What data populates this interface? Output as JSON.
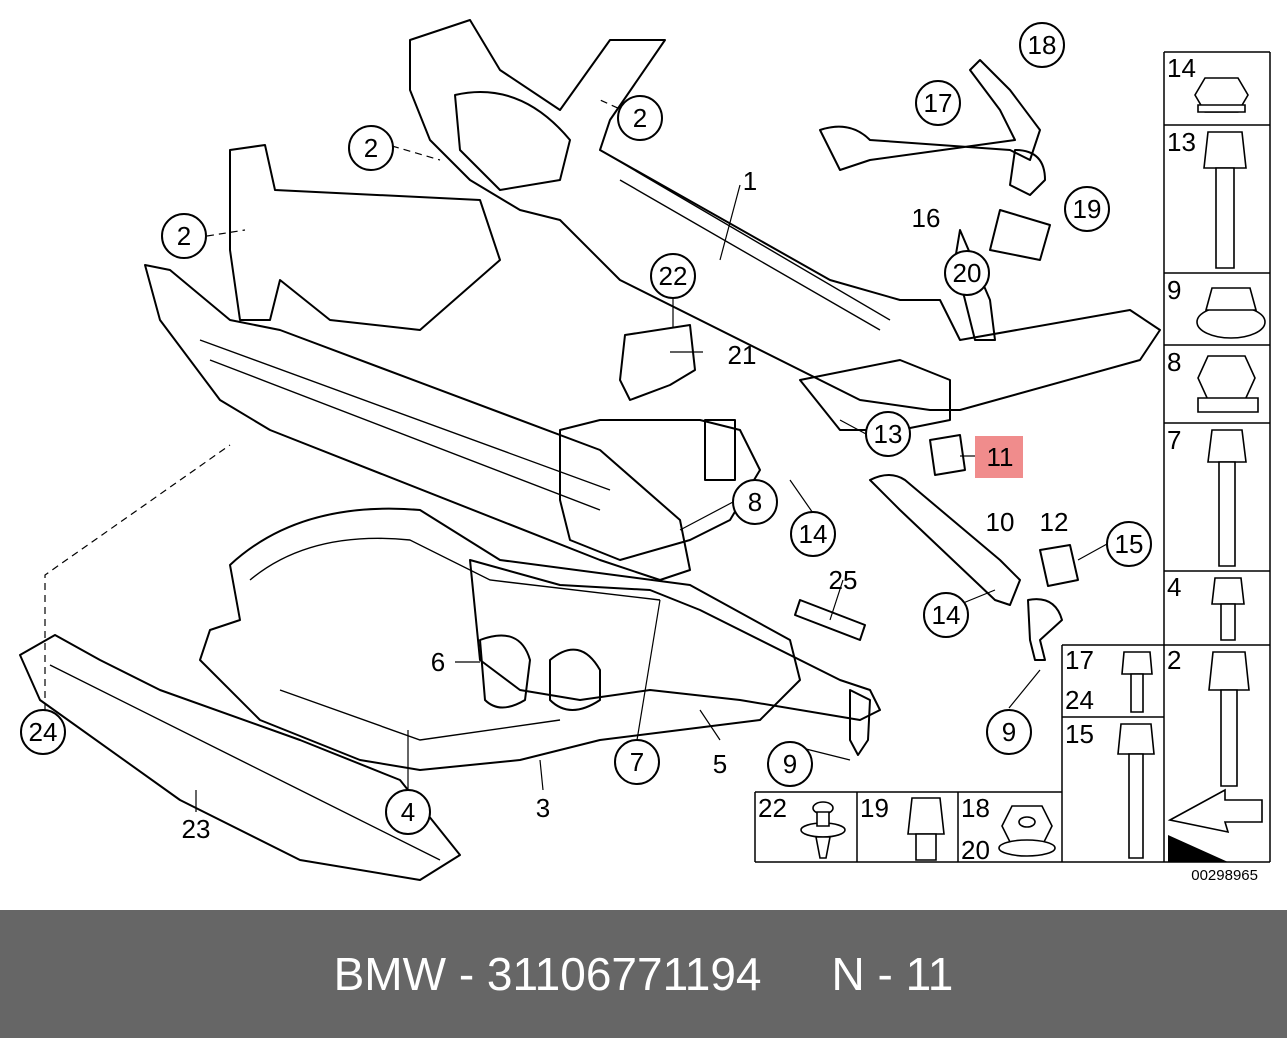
{
  "diagram": {
    "reference_code": "00298965",
    "highlighted_part": "11",
    "callouts": [
      "1",
      "2",
      "2",
      "2",
      "2",
      "3",
      "4",
      "5",
      "6",
      "7",
      "8",
      "9",
      "9",
      "10",
      "11",
      "12",
      "13",
      "14",
      "14",
      "14",
      "15",
      "16",
      "17",
      "18",
      "19",
      "20",
      "21",
      "22",
      "23",
      "24",
      "25"
    ],
    "parts_table": [
      {
        "labels": [
          "14"
        ],
        "icon": "flange-nut-icon"
      },
      {
        "labels": [
          "13"
        ],
        "icon": "long-bolt-icon"
      },
      {
        "labels": [
          "9"
        ],
        "icon": "toothed-nut-icon"
      },
      {
        "labels": [
          "8"
        ],
        "icon": "flange-nut-icon"
      },
      {
        "labels": [
          "7"
        ],
        "icon": "long-bolt-icon"
      },
      {
        "labels": [
          "4"
        ],
        "icon": "short-bolt-icon"
      },
      {
        "labels": [
          "17",
          "24"
        ],
        "icon": "short-bolt-icon"
      },
      {
        "labels": [
          "2"
        ],
        "icon": "long-bolt-icon"
      },
      {
        "labels": [
          "15"
        ],
        "icon": "long-bolt-icon"
      },
      {
        "labels": [
          "22"
        ],
        "icon": "clip-rivet-icon"
      },
      {
        "labels": [
          "19"
        ],
        "icon": "stud-bolt-icon"
      },
      {
        "labels": [
          "18",
          "20"
        ],
        "icon": "flange-nut-icon"
      },
      {
        "labels": [],
        "icon": "direction-arrow-icon"
      }
    ]
  },
  "footer": {
    "part_label": "BMW - 31106771194",
    "position_label": "N - 11"
  }
}
